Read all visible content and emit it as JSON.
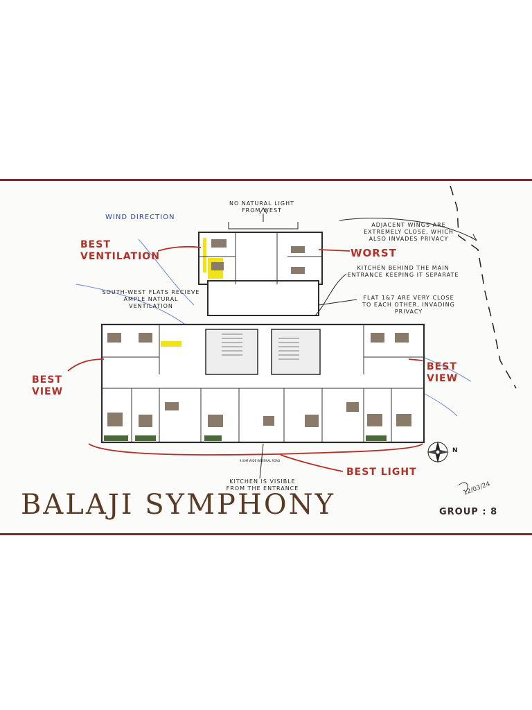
{
  "annotations": {
    "wind_direction": "WIND DIRECTION",
    "no_natural_light": "NO NATURAL LIGHT\nFROM WEST",
    "adjacent_wings": "ADJACENT WINGS ARE\nEXTREMELY CLOSE, WHICH\nALSO INVADES PRIVACY",
    "best_ventilation": "BEST\nVENTILATION",
    "worst": "WORST",
    "kitchen_behind": "KITCHEN BEHIND THE MAIN\nENTRANCE KEEPING IT SEPARATE",
    "south_west_flats": "SOUTH-WEST FLATS RECIEVE\nAMPLE NATURAL\nVENTILATION",
    "flat_close": "FLAT 1&7 ARE VERY CLOSE\nTO EACH OTHER, INVADING\nPRIVACY",
    "best_view_left": "BEST\nVIEW",
    "best_view_right": "BEST\nVIEW",
    "best_light": "BEST LIGHT",
    "internal_road": "9.00M WIDE INTERNAL ROAD",
    "kitchen_visible": "KITCHEN IS VISIBLE\nFROM THE ENTRANCE"
  },
  "title": "BALAJI SYMPHONY",
  "group": "GROUP : 8",
  "date": "12/03/24",
  "compass": {
    "north_label": "N"
  },
  "colors": {
    "annotation_red": "#b23026",
    "wind_blue": "#2a47a8",
    "title_brown": "#5a3a24",
    "wall": "#2b2b2b",
    "highlight_yellow": "#f2e21a"
  }
}
